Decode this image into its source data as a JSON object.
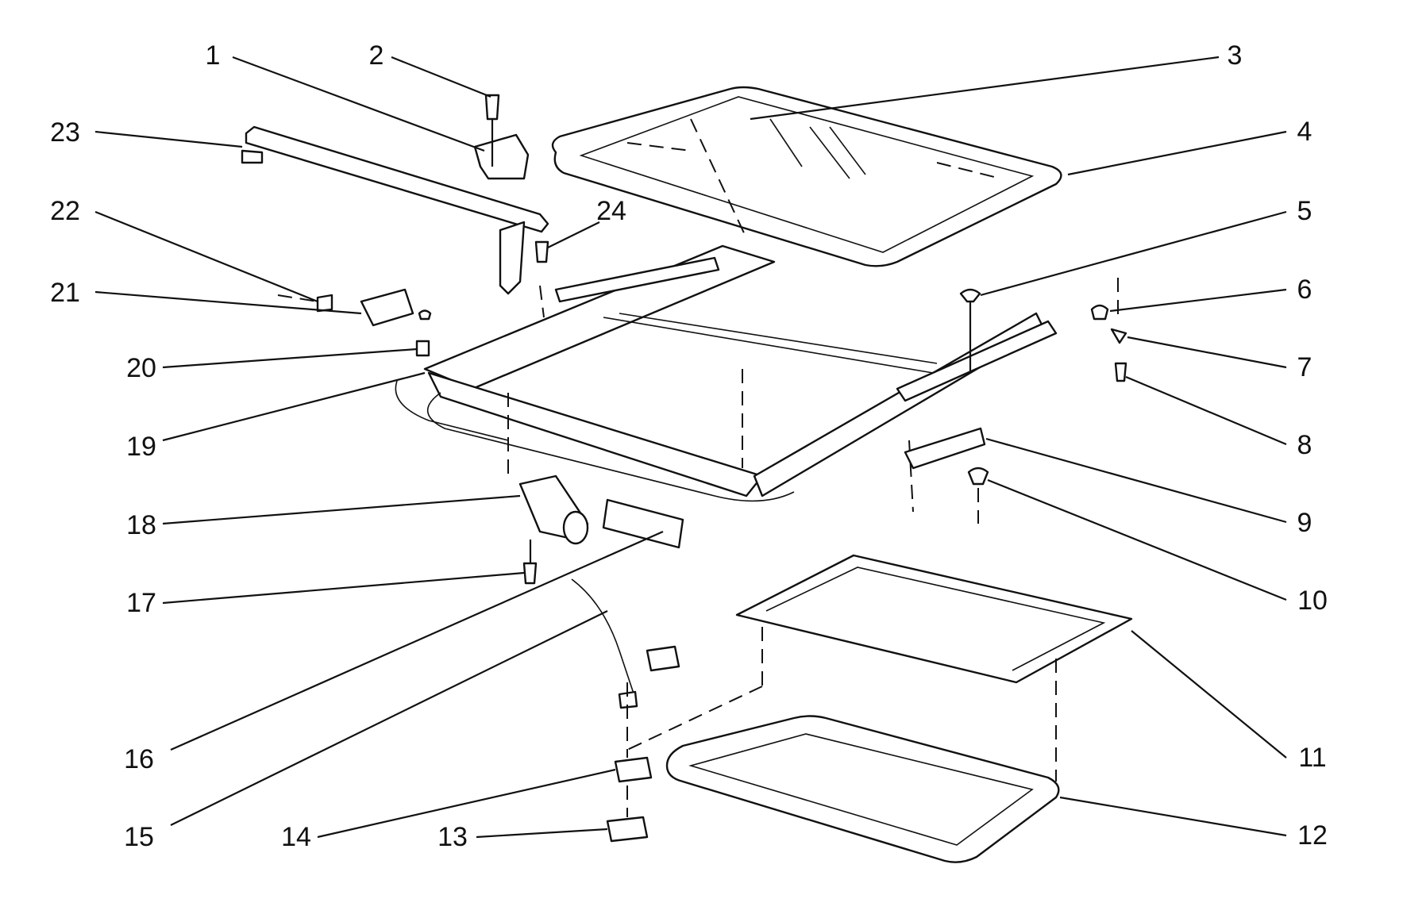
{
  "diagram": {
    "callouts": [
      {
        "id": "1",
        "label": "1"
      },
      {
        "id": "2",
        "label": "2"
      },
      {
        "id": "3",
        "label": "3"
      },
      {
        "id": "4",
        "label": "4"
      },
      {
        "id": "5",
        "label": "5"
      },
      {
        "id": "6",
        "label": "6"
      },
      {
        "id": "7",
        "label": "7"
      },
      {
        "id": "8",
        "label": "8"
      },
      {
        "id": "9",
        "label": "9"
      },
      {
        "id": "10",
        "label": "10"
      },
      {
        "id": "11",
        "label": "11"
      },
      {
        "id": "12",
        "label": "12"
      },
      {
        "id": "13",
        "label": "13"
      },
      {
        "id": "14",
        "label": "14"
      },
      {
        "id": "15",
        "label": "15"
      },
      {
        "id": "16",
        "label": "16"
      },
      {
        "id": "17",
        "label": "17"
      },
      {
        "id": "18",
        "label": "18"
      },
      {
        "id": "19",
        "label": "19"
      },
      {
        "id": "20",
        "label": "20"
      },
      {
        "id": "21",
        "label": "21"
      },
      {
        "id": "22",
        "label": "22"
      },
      {
        "id": "23",
        "label": "23"
      },
      {
        "id": "24",
        "label": "24"
      }
    ],
    "colors": {
      "ink": "#111111",
      "background": "#ffffff"
    }
  }
}
